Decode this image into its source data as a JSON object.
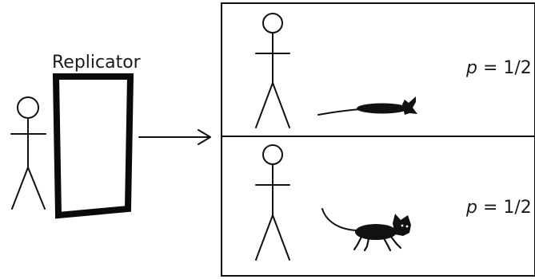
{
  "replicator_label": "Replicator",
  "outcomes": [
    {
      "p_symbol": "p",
      "p_rest": " = 1/2"
    },
    {
      "p_symbol": "p",
      "p_rest": " = 1/2"
    }
  ]
}
